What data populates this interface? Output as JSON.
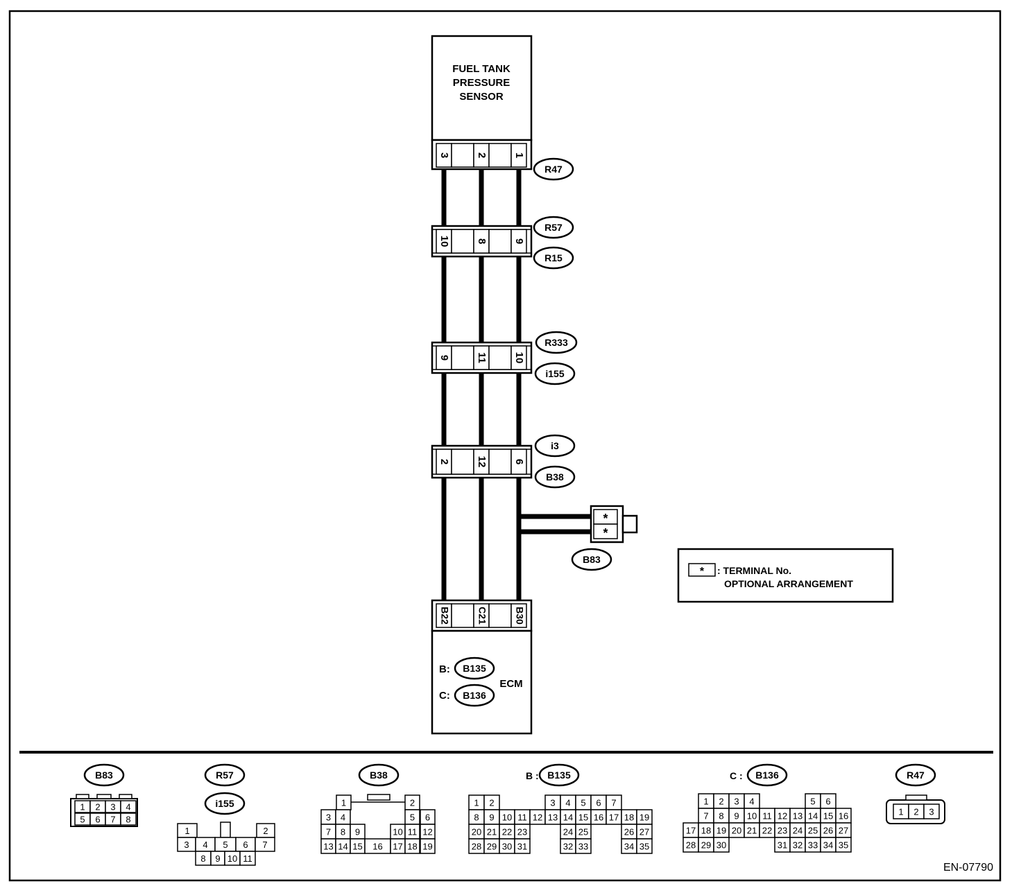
{
  "sensor": {
    "lines": [
      "FUEL TANK",
      "PRESSURE",
      "SENSOR"
    ]
  },
  "connectors": {
    "r47": {
      "label": "R47",
      "pins": [
        "3",
        "2",
        "1"
      ]
    },
    "r57": {
      "label": "R57",
      "pins": [
        "10",
        "8",
        "9"
      ]
    },
    "r15": {
      "label": "R15"
    },
    "r333": {
      "label": "R333",
      "pins": [
        "9",
        "11",
        "10"
      ]
    },
    "i155": {
      "label": "i155"
    },
    "i3": {
      "label": "i3",
      "pins": [
        "2",
        "12",
        "6"
      ]
    },
    "b38": {
      "label": "B38"
    },
    "b83": {
      "label": "B83",
      "pins": [
        "*",
        "*"
      ]
    },
    "ecm": {
      "pins": [
        "B22",
        "C21",
        "B30"
      ]
    }
  },
  "ecm": {
    "title": "ECM",
    "b_prefix": "B:",
    "b_connector": "B135",
    "c_prefix": "C:",
    "c_connector": "B136"
  },
  "legend": {
    "symbol": "*",
    "line1": ": TERMINAL No.",
    "line2": "OPTIONAL ARRANGEMENT"
  },
  "faces": {
    "b83": {
      "label": "B83",
      "rows": [
        [
          "1",
          "2",
          "3",
          "4"
        ],
        [
          "5",
          "6",
          "7",
          "8"
        ]
      ]
    },
    "r57": {
      "label": "R57",
      "label2": "i155",
      "pins": [
        "1",
        "2",
        "3",
        "4",
        "5",
        "6",
        "7",
        "8",
        "9",
        "10",
        "11"
      ]
    },
    "b38": {
      "label": "B38",
      "pins": [
        "1",
        "2",
        "3",
        "4",
        "5",
        "6",
        "7",
        "8",
        "9",
        "10",
        "11",
        "12",
        "13",
        "14",
        "15",
        "16",
        "17",
        "18",
        "19"
      ]
    },
    "b135": {
      "prefix": "B :",
      "label": "B135",
      "pins": [
        "1",
        "2",
        "3",
        "4",
        "5",
        "6",
        "7",
        "8",
        "9",
        "10",
        "11",
        "12",
        "13",
        "14",
        "15",
        "16",
        "17",
        "18",
        "19",
        "20",
        "21",
        "22",
        "23",
        "24",
        "25",
        "26",
        "27",
        "28",
        "29",
        "30",
        "31",
        "32",
        "33",
        "34",
        "35"
      ]
    },
    "b136": {
      "prefix": "C :",
      "label": "B136",
      "pins": [
        "1",
        "2",
        "3",
        "4",
        "5",
        "6",
        "7",
        "8",
        "9",
        "10",
        "11",
        "12",
        "13",
        "14",
        "15",
        "16",
        "17",
        "18",
        "19",
        "20",
        "21",
        "22",
        "23",
        "24",
        "25",
        "26",
        "27",
        "28",
        "29",
        "30",
        "31",
        "32",
        "33",
        "34",
        "35"
      ]
    },
    "r47": {
      "label": "R47",
      "pins": [
        "1",
        "2",
        "3"
      ]
    }
  },
  "diagram_id": "EN-07790"
}
